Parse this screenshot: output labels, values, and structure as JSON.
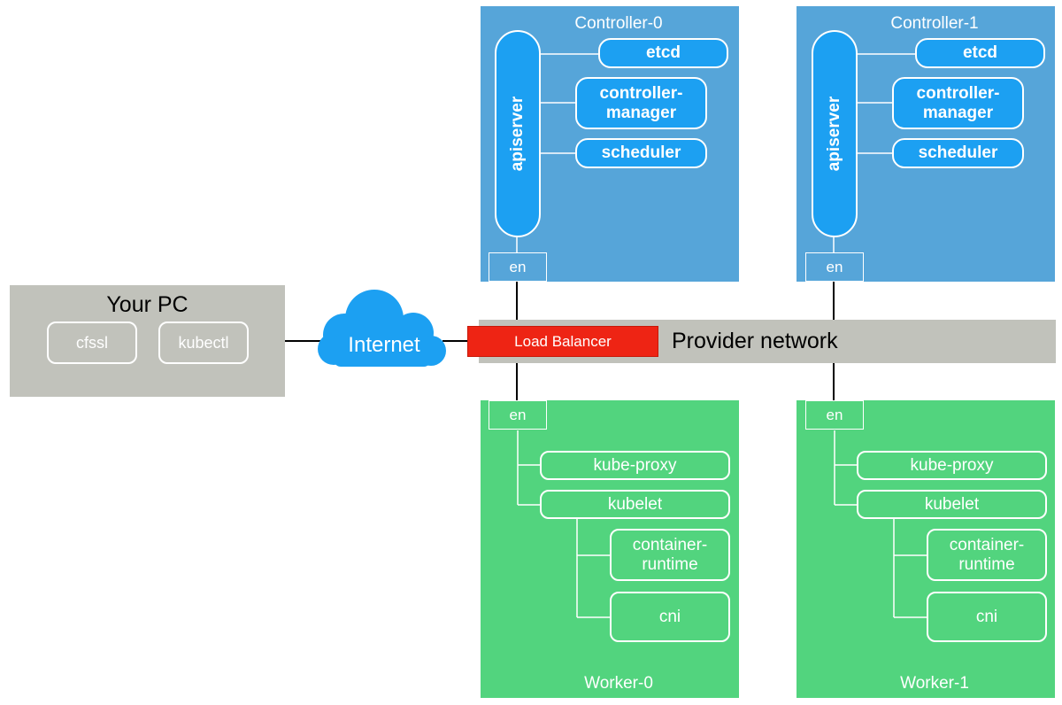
{
  "your_pc": {
    "title": "Your PC",
    "tools": [
      "cfssl",
      "kubectl"
    ]
  },
  "internet": {
    "label": "Internet"
  },
  "load_balancer": {
    "label": "Load Balancer"
  },
  "provider_network": {
    "label": "Provider network"
  },
  "controllers": [
    {
      "title": "Controller-0",
      "apiserver": "apiserver",
      "components": [
        "etcd",
        "controller-\nmanager",
        "scheduler"
      ],
      "nic": "en"
    },
    {
      "title": "Controller-1",
      "apiserver": "apiserver",
      "components": [
        "etcd",
        "controller-\nmanager",
        "scheduler"
      ],
      "nic": "en"
    }
  ],
  "workers": [
    {
      "title": "Worker-0",
      "nic": "en",
      "kube_proxy": "kube-proxy",
      "kubelet": "kubelet",
      "container_runtime": "container-\nruntime",
      "cni": "cni"
    },
    {
      "title": "Worker-1",
      "nic": "en",
      "kube_proxy": "kube-proxy",
      "kubelet": "kubelet",
      "container_runtime": "container-\nruntime",
      "cni": "cni"
    }
  ],
  "colors": {
    "controller_bg": "#56a5d9",
    "component_blue": "#1ca0f2",
    "worker_bg": "#52d47e",
    "network_gray": "#c1c2bb",
    "load_balancer_red": "#ee2414"
  }
}
